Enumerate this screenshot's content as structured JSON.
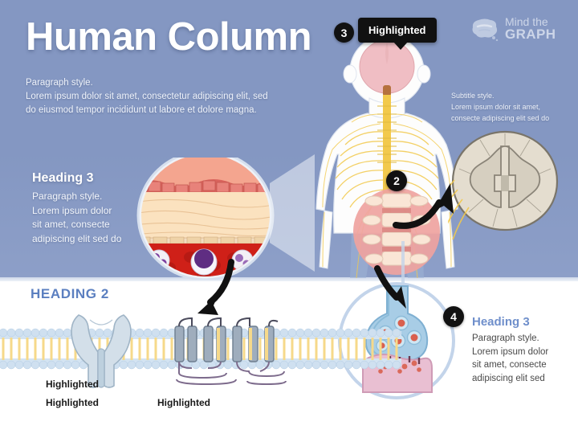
{
  "header": {
    "title": "Human Column",
    "logo": {
      "line1": "Mind the",
      "line2": "GRAPH",
      "icon": "brain-icon"
    }
  },
  "intro_paragraph": {
    "line1": "Paragraph style.",
    "line2": "Lorem ipsum dolor sit amet, consectetur adipiscing elit, sed",
    "line3": "do eiusmod tempor incididunt ut labore et dolore magna."
  },
  "subtitle_block": {
    "line1": "Subtitle style.",
    "line2": "Lorem ipsum dolor sit amet,",
    "line3": "consecte adipiscing elit sed do"
  },
  "left_section": {
    "heading": "Heading 3",
    "line1": "Paragraph style.",
    "line2": "Lorem ipsum dolor",
    "line3": "sit amet, consecte",
    "line4": "adipiscing elit sed do"
  },
  "right_section": {
    "heading": "Heading 3",
    "line1": "Paragraph style.",
    "line2": "Lorem ipsum dolor",
    "line3": "sit amet, consecte",
    "line4": "adipiscing elit sed"
  },
  "bottom_section": {
    "heading": "HEADING 2",
    "label_channel_1": "Highlighted",
    "label_channel_2": "Highlighted",
    "label_receptor": "Highlighted"
  },
  "tooltip": {
    "label": "Highlighted"
  },
  "badges": {
    "b2": "2",
    "b3": "3",
    "b4": "4"
  },
  "colors": {
    "background_top": "#8497c2",
    "background_bottom": "#ffffff",
    "heading2_blue": "#5b7fc0",
    "heading3_blue": "#6f8fcb",
    "badge_black": "#111111",
    "brain_pink": "#f0bec4",
    "nerve_yellow": "#f2c94c",
    "vertebra_circle": "#efa3a0",
    "membrane_head": "#cfe0f0",
    "membrane_tail": "#f6d98a",
    "synapse_blue": "#a8cde6",
    "synapse_pink": "#e9bfd2"
  }
}
